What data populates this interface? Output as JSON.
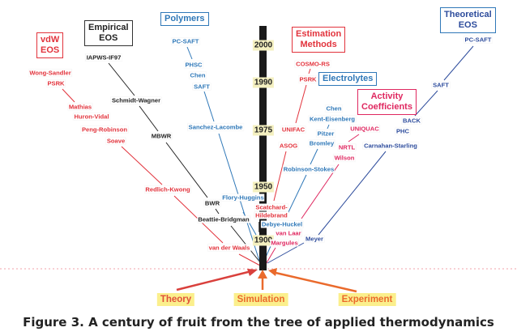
{
  "timeline": {
    "years": [
      "2000",
      "1990",
      "1975",
      "1950",
      "1900"
    ]
  },
  "groups": {
    "vdw": {
      "title": "vdW EOS",
      "title_lines": [
        "vdW",
        "EOS"
      ],
      "color": "#e2333c",
      "items": [
        "Wong-Sandler",
        "PSRK",
        "Mathias",
        "Huron-Vidal",
        "Peng-Robinson",
        "Soave",
        "Redlich-Kwong",
        "van der Waals"
      ]
    },
    "empirical": {
      "title_lines": [
        "Empirical",
        "EOS"
      ],
      "color": "#222222",
      "items": [
        "IAPWS-IF97",
        "Schmidt-Wagner",
        "MBWR",
        "BWR",
        "Beattie-Bridgman"
      ]
    },
    "polymers": {
      "title": "Polymers",
      "color": "#2f78b8",
      "items": [
        "PC-SAFT",
        "PHSC",
        "Chen",
        "SAFT",
        "Sanchez-Lacombe",
        "Flory-Huggins"
      ]
    },
    "estimation": {
      "title_lines": [
        "Estimation",
        "Methods"
      ],
      "color": "#e2333c",
      "items": [
        "COSMO-RS",
        "PSRK",
        "UNIFAC",
        "ASOG",
        "Scatchard-",
        "Hildebrand"
      ]
    },
    "electrolytes": {
      "title": "Electrolytes",
      "color": "#2f78b8",
      "items": [
        "Chen",
        "Kent-Eisenberg",
        "Pitzer",
        "Bromley",
        "Robinson-Stokes",
        "Debye-Huckel"
      ]
    },
    "activity": {
      "title_lines": [
        "Activity",
        "Coefficients"
      ],
      "color": "#df2860",
      "items": [
        "UNIQUAC",
        "NRTL",
        "Wilson",
        "van Laar",
        "Margules"
      ]
    },
    "theoretical": {
      "title_lines": [
        "Theoretical",
        "EOS"
      ],
      "color": "#2d4c9c",
      "items": [
        "PC-SAFT",
        "SAFT",
        "BACK",
        "PHC",
        "Carnahan-Starling",
        "Meyer"
      ]
    }
  },
  "roots": [
    "Theory",
    "Simulation",
    "Experiment"
  ],
  "caption": "Figure 3.  A century of fruit from the tree of applied thermodynamics"
}
